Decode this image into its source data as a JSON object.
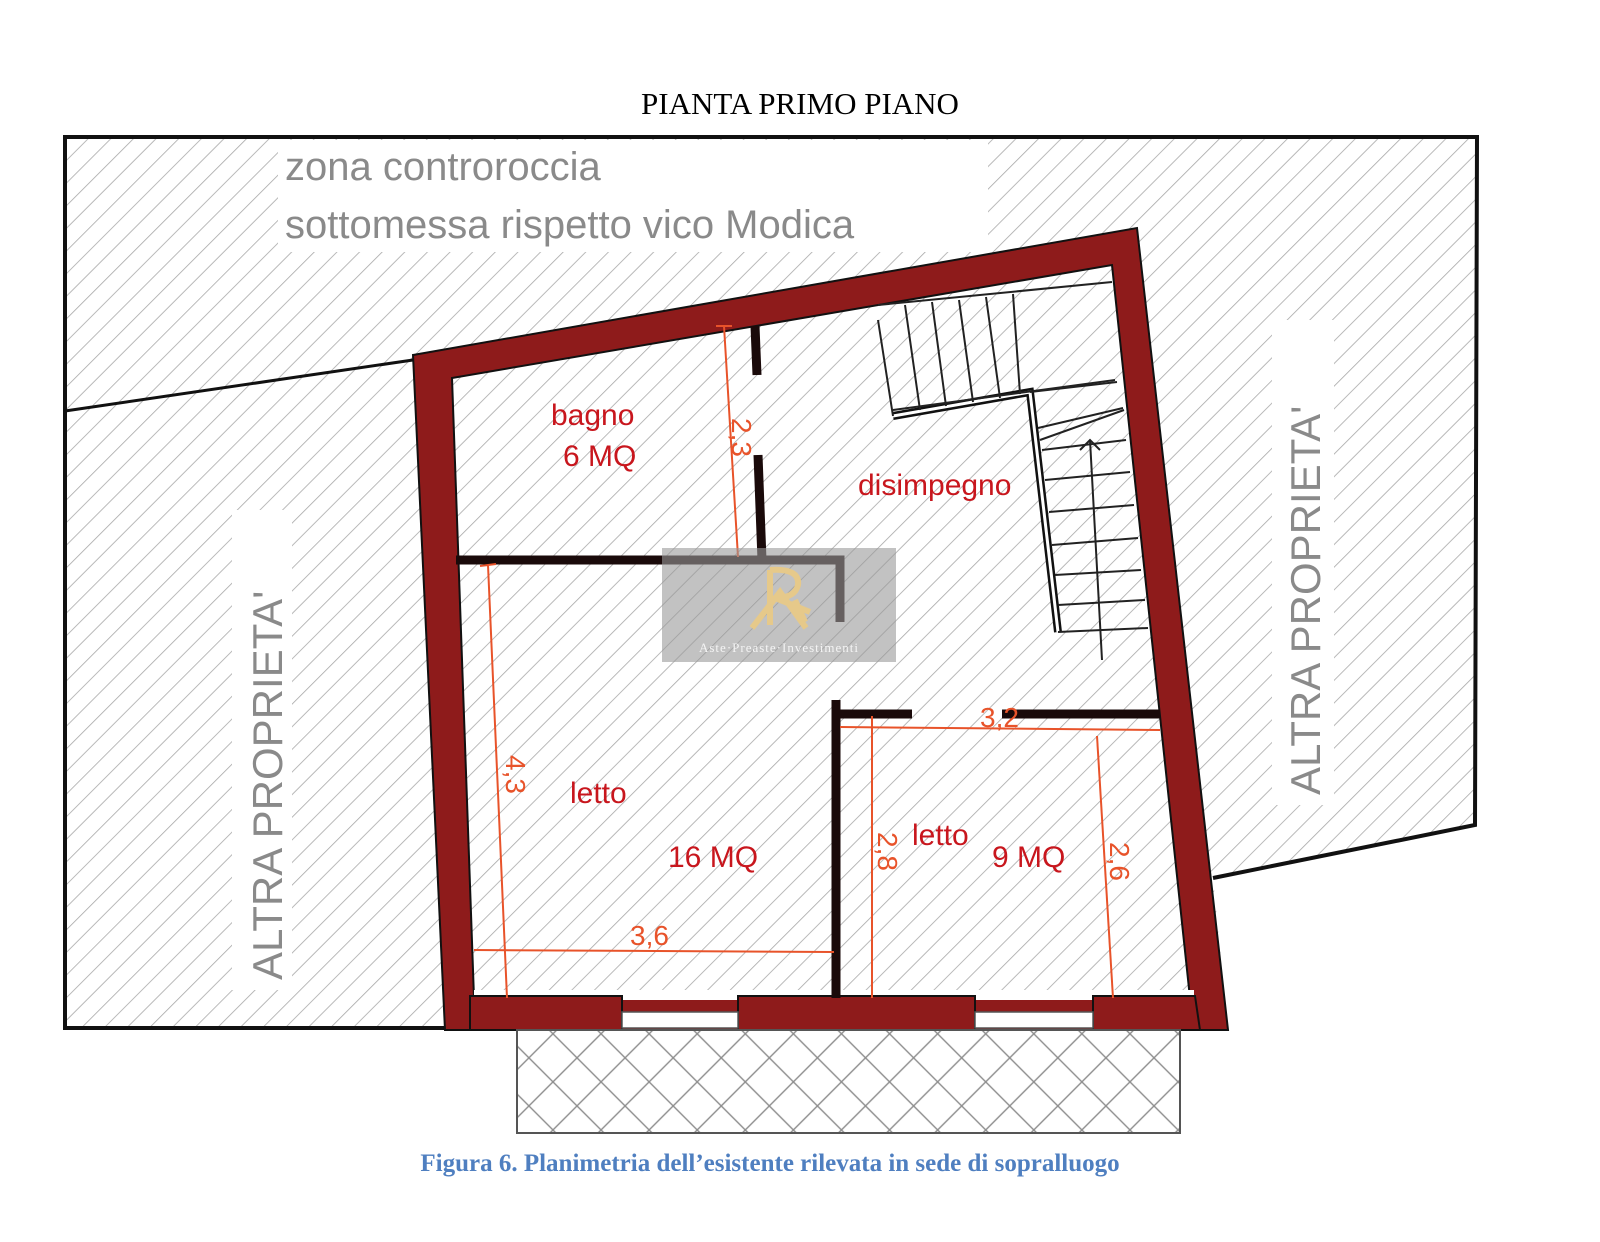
{
  "title": "PIANTA PRIMO PIANO",
  "caption": "Figura 6. Planimetria dell’esistente rilevata in sede di sopralluogo",
  "zone_note": {
    "line1": "zona controroccia",
    "line2": "sottomessa rispetto vico Modica"
  },
  "neighbors": {
    "left": "ALTRA PROPRIETA'",
    "right": "ALTRA PROPRIETA'"
  },
  "rooms": {
    "bagno": {
      "name": "bagno",
      "area": "6 MQ"
    },
    "disimpegno": {
      "name": "disimpegno"
    },
    "letto_large": {
      "name": "letto",
      "area": "16 MQ"
    },
    "letto_small": {
      "name": "letto",
      "area": "9 MQ"
    }
  },
  "dimensions": {
    "bagno_h": "2,3",
    "letto_large_h": "4,3",
    "letto_large_w": "3,6",
    "letto_small_w": "3,2",
    "letto_small_h1": "2,8",
    "letto_small_h2": "2,6"
  },
  "watermark": {
    "text": "Aste·Preaste·Investimenti",
    "logo": "RI"
  },
  "colors": {
    "wall": "#8e1b1b",
    "dimension": "#e8532a",
    "caption": "#4f7fc0"
  }
}
